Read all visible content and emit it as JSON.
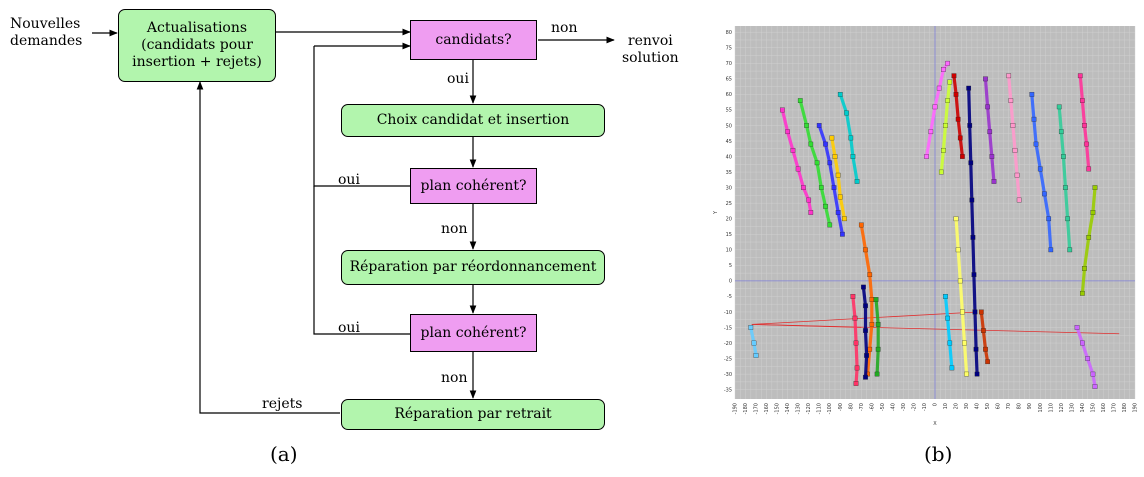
{
  "flowchart": {
    "input_label_1": "Nouvelles",
    "input_label_2": "demandes",
    "update_box_lines": [
      "Actualisations",
      "(candidats pour",
      "insertion + rejets)"
    ],
    "candidates_box": "candidats?",
    "non_label_1": "non",
    "output_label_1": "renvoi",
    "output_label_2": "solution",
    "oui_label_1": "oui",
    "choice_box": "Choix candidat et insertion",
    "coherent_box_1": "plan cohérent?",
    "oui_label_2": "oui",
    "non_label_2": "non",
    "reorder_box": "Réparation par réordonnancement",
    "coherent_box_2": "plan cohérent?",
    "oui_label_3": "oui",
    "non_label_3": "non",
    "removal_box": "Réparation par retrait",
    "rejets_label": "rejets",
    "caption": "(a)"
  },
  "plot": {
    "caption": "(b)",
    "xlabel": "X",
    "ylabel": "Y",
    "xlim": [
      -190,
      190
    ],
    "ylim": [
      -38,
      82
    ],
    "x_ticks": [
      -190,
      -180,
      -170,
      -160,
      -150,
      -140,
      -130,
      -120,
      -110,
      -100,
      -90,
      -80,
      -70,
      -60,
      -50,
      -40,
      -30,
      -20,
      -10,
      0,
      10,
      20,
      30,
      40,
      50,
      60,
      70,
      80,
      90,
      100,
      110,
      120,
      130,
      140,
      150,
      160,
      170,
      180,
      190
    ],
    "y_ticks": [
      80,
      75,
      70,
      65,
      60,
      55,
      50,
      45,
      40,
      35,
      30,
      25,
      20,
      15,
      10,
      5,
      0,
      -5,
      -10,
      -15,
      -20,
      -25,
      -30,
      -35
    ],
    "colors": {
      "background": "#bdbdbd",
      "grid": "#d3d3d3",
      "axis": "#7f7fd8",
      "route": "#e03030"
    }
  },
  "chart_data": {
    "type": "scatter",
    "xlabel": "X",
    "ylabel": "Y",
    "xlim": [
      -190,
      190
    ],
    "ylim": [
      -38,
      82
    ],
    "grid": true,
    "series": [
      {
        "color": "#ff33cc",
        "points": [
          [
            -145,
            55
          ],
          [
            -140,
            48
          ],
          [
            -135,
            42
          ],
          [
            -130,
            36
          ],
          [
            -125,
            30
          ],
          [
            -120,
            26
          ],
          [
            -118,
            22
          ]
        ]
      },
      {
        "color": "#33dd33",
        "points": [
          [
            -128,
            58
          ],
          [
            -122,
            50
          ],
          [
            -118,
            44
          ],
          [
            -112,
            38
          ],
          [
            -108,
            30
          ],
          [
            -104,
            24
          ],
          [
            -100,
            18
          ]
        ]
      },
      {
        "color": "#3333ff",
        "points": [
          [
            -110,
            50
          ],
          [
            -104,
            44
          ],
          [
            -100,
            38
          ],
          [
            -96,
            30
          ],
          [
            -92,
            22
          ],
          [
            -88,
            15
          ]
        ]
      },
      {
        "color": "#ffcc00",
        "points": [
          [
            -98,
            46
          ],
          [
            -95,
            40
          ],
          [
            -92,
            34
          ],
          [
            -90,
            27
          ],
          [
            -86,
            20
          ]
        ]
      },
      {
        "color": "#00cccc",
        "points": [
          [
            -90,
            60
          ],
          [
            -84,
            54
          ],
          [
            -80,
            46
          ],
          [
            -78,
            40
          ],
          [
            -74,
            32
          ]
        ]
      },
      {
        "color": "#ff6600",
        "points": [
          [
            -70,
            18
          ],
          [
            -66,
            10
          ],
          [
            -62,
            2
          ],
          [
            -60,
            -6
          ],
          [
            -60,
            -14
          ],
          [
            -62,
            -22
          ],
          [
            -64,
            -30
          ]
        ]
      },
      {
        "color": "#000080",
        "points": [
          [
            -68,
            -2
          ],
          [
            -66,
            -8
          ],
          [
            -66,
            -16
          ],
          [
            -65,
            -24
          ],
          [
            -66,
            -31
          ]
        ]
      },
      {
        "color": "#ff3366",
        "points": [
          [
            -78,
            -5
          ],
          [
            -76,
            -12
          ],
          [
            -75,
            -20
          ],
          [
            -74,
            -28
          ],
          [
            -75,
            -33
          ]
        ]
      },
      {
        "color": "#22aa22",
        "points": [
          [
            -56,
            -6
          ],
          [
            -54,
            -14
          ],
          [
            -54,
            -22
          ],
          [
            -55,
            -30
          ]
        ]
      },
      {
        "color": "#ff66ff",
        "points": [
          [
            -8,
            40
          ],
          [
            -4,
            48
          ],
          [
            0,
            56
          ],
          [
            4,
            62
          ],
          [
            8,
            68
          ],
          [
            12,
            70
          ]
        ]
      },
      {
        "color": "#ccff33",
        "points": [
          [
            6,
            35
          ],
          [
            8,
            42
          ],
          [
            10,
            50
          ],
          [
            12,
            58
          ],
          [
            14,
            64
          ]
        ]
      },
      {
        "color": "#cc0000",
        "points": [
          [
            18,
            66
          ],
          [
            20,
            60
          ],
          [
            22,
            52
          ],
          [
            24,
            46
          ],
          [
            26,
            40
          ]
        ]
      },
      {
        "color": "#000080",
        "points": [
          [
            32,
            62
          ],
          [
            33,
            50
          ],
          [
            34,
            38
          ],
          [
            35,
            26
          ],
          [
            36,
            14
          ],
          [
            37,
            2
          ],
          [
            38,
            -10
          ],
          [
            39,
            -22
          ],
          [
            40,
            -30
          ]
        ]
      },
      {
        "color": "#9933cc",
        "points": [
          [
            48,
            65
          ],
          [
            50,
            56
          ],
          [
            52,
            48
          ],
          [
            54,
            40
          ],
          [
            56,
            32
          ]
        ]
      },
      {
        "color": "#ffff66",
        "points": [
          [
            20,
            20
          ],
          [
            22,
            10
          ],
          [
            24,
            0
          ],
          [
            26,
            -10
          ],
          [
            28,
            -20
          ],
          [
            30,
            -30
          ]
        ]
      },
      {
        "color": "#00ccff",
        "points": [
          [
            10,
            -5
          ],
          [
            12,
            -12
          ],
          [
            14,
            -20
          ],
          [
            16,
            -28
          ]
        ]
      },
      {
        "color": "#cc3300",
        "points": [
          [
            44,
            -10
          ],
          [
            46,
            -16
          ],
          [
            48,
            -22
          ],
          [
            50,
            -26
          ]
        ]
      },
      {
        "color": "#ff99cc",
        "points": [
          [
            70,
            66
          ],
          [
            72,
            58
          ],
          [
            74,
            50
          ],
          [
            76,
            42
          ],
          [
            78,
            34
          ],
          [
            80,
            26
          ]
        ]
      },
      {
        "color": "#3366ff",
        "points": [
          [
            92,
            60
          ],
          [
            94,
            52
          ],
          [
            96,
            44
          ],
          [
            100,
            36
          ],
          [
            104,
            28
          ],
          [
            108,
            20
          ],
          [
            110,
            10
          ]
        ]
      },
      {
        "color": "#33cc99",
        "points": [
          [
            118,
            56
          ],
          [
            120,
            48
          ],
          [
            122,
            40
          ],
          [
            124,
            30
          ],
          [
            126,
            20
          ],
          [
            128,
            10
          ]
        ]
      },
      {
        "color": "#ff3399",
        "points": [
          [
            138,
            66
          ],
          [
            140,
            58
          ],
          [
            142,
            50
          ],
          [
            144,
            44
          ],
          [
            146,
            36
          ]
        ]
      },
      {
        "color": "#99cc00",
        "points": [
          [
            152,
            30
          ],
          [
            150,
            22
          ],
          [
            146,
            14
          ],
          [
            142,
            4
          ],
          [
            140,
            -4
          ]
        ]
      },
      {
        "color": "#cc66ff",
        "points": [
          [
            135,
            -15
          ],
          [
            140,
            -20
          ],
          [
            145,
            -25
          ],
          [
            150,
            -30
          ],
          [
            152,
            -34
          ]
        ]
      },
      {
        "color": "#66ccff",
        "points": [
          [
            -175,
            -15
          ],
          [
            -172,
            -20
          ],
          [
            -170,
            -24
          ]
        ]
      }
    ],
    "routes": [
      [
        [
          -174,
          -14
        ],
        [
          40,
          -10
        ]
      ],
      [
        [
          -174,
          -14
        ],
        [
          175,
          -17
        ]
      ],
      [
        [
          -174,
          -14
        ],
        [
          -70,
          -15
        ]
      ]
    ]
  }
}
